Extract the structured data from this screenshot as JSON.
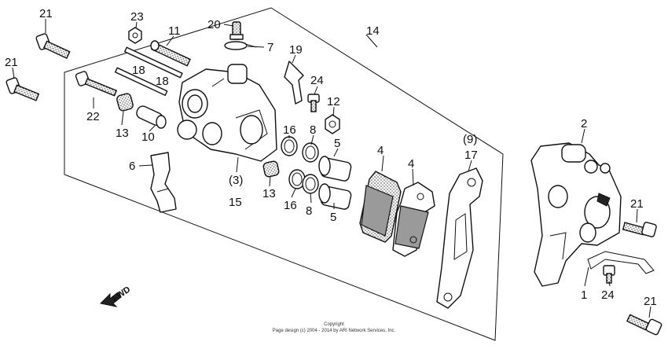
{
  "callouts": {
    "c21a": "21",
    "c21b": "21",
    "c23": "23",
    "c11": "11",
    "c20": "20",
    "c7": "7",
    "c14": "14",
    "c19": "19",
    "c18a": "18",
    "c18b": "18",
    "c22": "22",
    "c13a": "13",
    "c10": "10",
    "c24a": "24",
    "c12": "12",
    "c16a": "16",
    "c8a": "8",
    "c5a": "5",
    "c2": "2",
    "c9": "(9)",
    "c17": "17",
    "c4a": "4",
    "c4b": "4",
    "c6": "6",
    "c3": "(3)",
    "c15": "15",
    "c13b": "13",
    "c16b": "16",
    "c8b": "8",
    "c5b": "5",
    "c21c": "21",
    "c1": "1",
    "c24b": "24",
    "c21d": "21"
  },
  "fwd_label": "FWD",
  "copyright": {
    "line1": "Copyright",
    "line2": "Page design (c) 2004 - 2014 by ARI Network Services, Inc."
  },
  "colors": {
    "ink": "#111111",
    "paper": "#ffffff",
    "pad_fill": "#9a9a9a"
  }
}
